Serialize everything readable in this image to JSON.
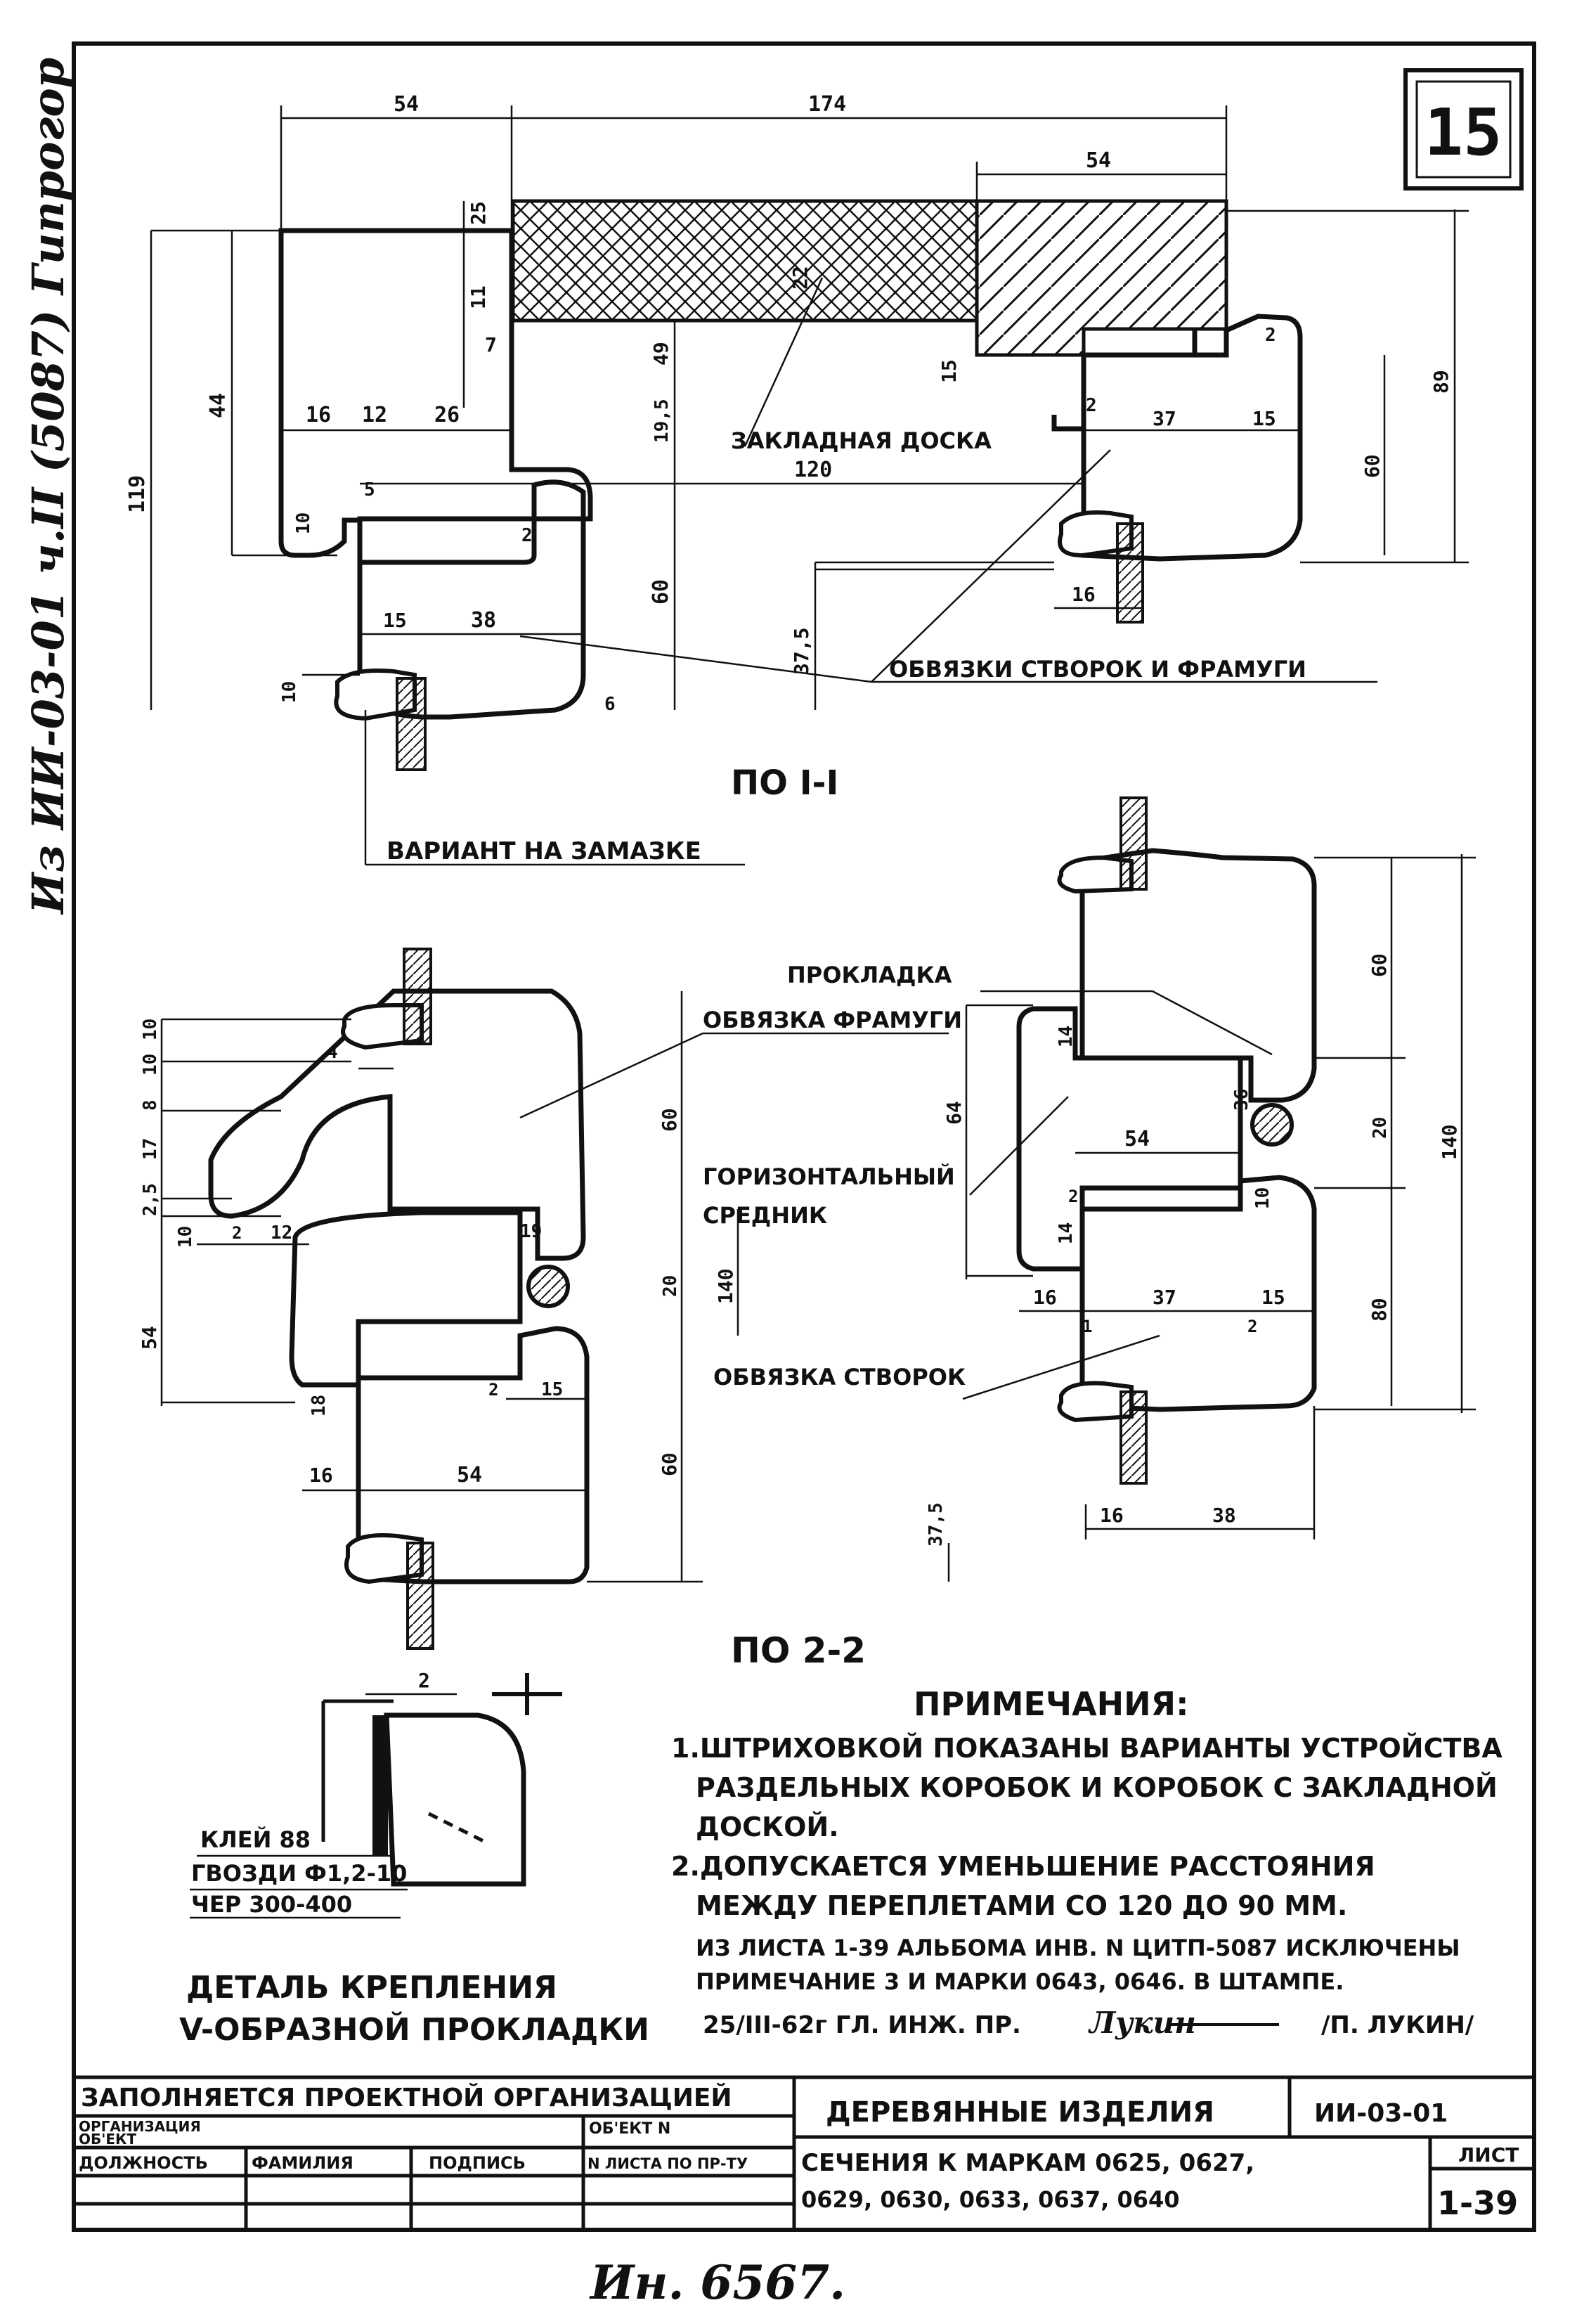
{
  "sheet": {
    "number_box": "15",
    "side_note": "Из ИИ-03-01 ч.II (5087) Гипрогор",
    "bottom_handwritten": "Ин. 6567."
  },
  "sections": {
    "s1": {
      "caption": "ПО I-I",
      "labels": {
        "zakladnaya": "ЗАКЛАДНАЯ ДОСКА",
        "obvyazki": "ОБВЯЗКИ СТВОРОК И ФРАМУГИ",
        "zamazka": "ВАРИАНТ НА ЗАМАЗКЕ"
      },
      "dims": {
        "d54": "54",
        "d174": "174",
        "d54b": "54",
        "d25": "25",
        "d11": "11",
        "d7": "7",
        "d22": "22",
        "d49": "49",
        "d15a": "15",
        "d16": "16",
        "d12": "12",
        "d26": "26",
        "d44": "44",
        "d119": "119",
        "d10a": "10",
        "d5": "5",
        "d2a": "2",
        "d19_5": "19,5",
        "d120": "120",
        "d60a": "60",
        "d37_5": "37,5",
        "d15b": "15",
        "d38": "38",
        "d10b": "10",
        "d6": "6",
        "d37": "37",
        "d15c": "15",
        "d2b": "2",
        "d60b": "60",
        "d89": "89",
        "d16b": "16",
        "d2c": "2"
      }
    },
    "s2": {
      "caption": "ПО 2-2",
      "labels": {
        "prokladka": "ПРОКЛАДКА",
        "obvyazka_framugi": "ОБВЯЗКА ФРАМУГИ",
        "gorizontalny_1": "ГОРИЗОНТАЛЬНЫЙ",
        "gorizontalny_2": "СРЕДНИК",
        "obvyazka_stvorok": "ОБВЯЗКА СТВОРОК"
      },
      "dims": {
        "d10a": "10",
        "d10b": "10",
        "d8": "8",
        "d17": "17",
        "d2_5": "2,5",
        "d54": "54",
        "d4": "4",
        "d60a": "60",
        "d10c": "10",
        "d2a": "2",
        "d12": "12",
        "d19": "19",
        "d20a": "20",
        "d140a": "140",
        "d18": "18",
        "d2b": "2",
        "d15a": "15",
        "d16a": "16",
        "d54b": "54",
        "d60b": "60",
        "d37_5": "37,5",
        "d60c": "60",
        "d14a": "14",
        "d64": "64",
        "d36": "36",
        "d54c": "54",
        "d20b": "20",
        "d140b": "140",
        "d14b": "14",
        "d2c": "2",
        "d10d": "10",
        "d16b": "16",
        "d37": "37",
        "d15b": "15",
        "d1": "1",
        "d2d": "2",
        "d80": "80",
        "d16c": "16",
        "d38": "38"
      }
    }
  },
  "detail": {
    "title_line1": "ДЕТАЛЬ КРЕПЛЕНИЯ",
    "title_line2": "V-ОБРАЗНОЙ ПРОКЛАДКИ",
    "dim": "2",
    "note1": "КЛЕЙ 88",
    "note2": "ГВОЗДИ Ф1,2-10",
    "note3": "ЧЕР 300-400"
  },
  "notes": {
    "title": "ПРИМЕЧАНИЯ:",
    "line1": "1.ШТРИХОВКОЙ ПОКАЗАНЫ ВАРИАНТЫ УСТРОЙСТВА",
    "line2": "РАЗДЕЛЬНЫХ КОРОБОК И КОРОБОК С ЗАКЛАДНОЙ",
    "line3": "ДОСКОЙ.",
    "line4": "2.ДОПУСКАЕТСЯ УМЕНЬШЕНИЕ РАССТОЯНИЯ",
    "line5": "МЕЖДУ ПЕРЕПЛЕТАМИ СО 120 ДО 90 ММ.",
    "line6": "ИЗ ЛИСТА 1-39 АЛЬБОМА ИНВ. N ЦИТП-5087 ИСКЛЮЧЕНЫ",
    "line7": "ПРИМЕЧАНИЕ 3 И МАРКИ 0643, 0646. В ШТАМПЕ.",
    "line8": "25/III-62г  ГЛ. ИНЖ. ПР.",
    "signature": "Лукин",
    "name": "/П. ЛУКИН/"
  },
  "stamp": {
    "fill_by": "ЗАПОЛНЯЕТСЯ ПРОЕКТНОЙ ОРГАНИЗАЦИЕЙ",
    "org": "ОРГАНИЗАЦИЯ",
    "obj": "ОБ'ЕКТ",
    "obj_no": "ОБ'ЕКТ N",
    "dolzhnost": "ДОЛЖНОСТЬ",
    "familiya": "ФАМИЛИЯ",
    "podpis": "ПОДПИСЬ",
    "list_no": "N ЛИСТА ПО ПР-ТУ",
    "title": "ДЕРЕВЯННЫЕ ИЗДЕЛИЯ",
    "code": "ИИ-03-01",
    "desc1": "СЕЧЕНИЯ К МАРКАМ 0625, 0627,",
    "desc2": "0629, 0630, 0633, 0637, 0640",
    "list_label": "ЛИСТ",
    "list_value": "1-39"
  }
}
